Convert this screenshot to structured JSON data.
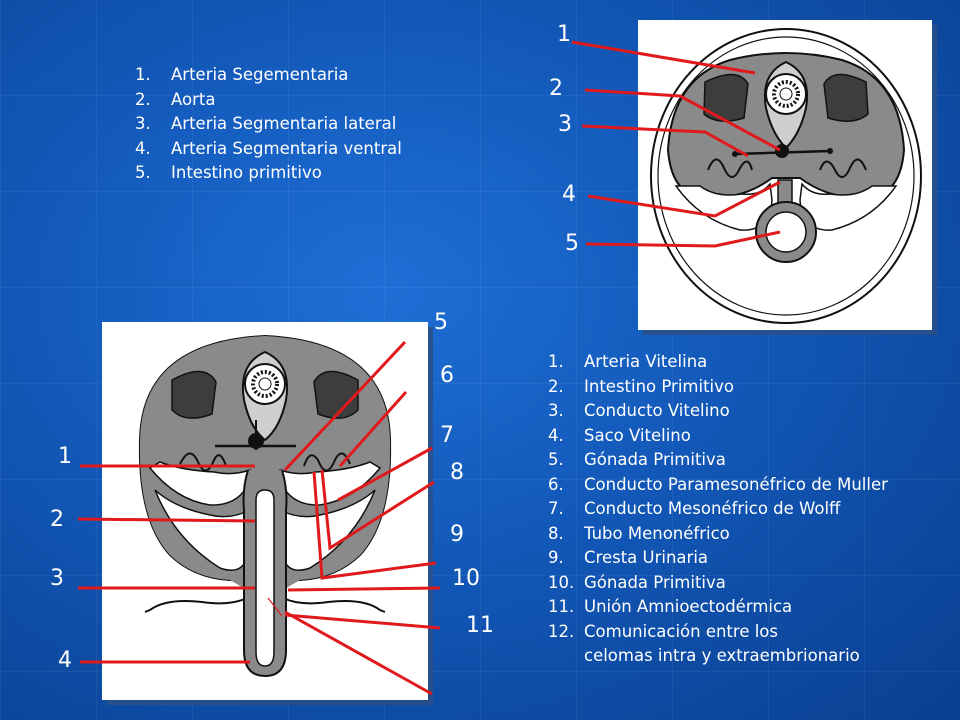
{
  "list_top": {
    "items": [
      {
        "num": "1.",
        "text": "Arteria Segementaria"
      },
      {
        "num": "2.",
        "text": "Aorta"
      },
      {
        "num": "3.",
        "text": "Arteria Segmentaria lateral"
      },
      {
        "num": "4.",
        "text": "Arteria Segmentaria ventral"
      },
      {
        "num": "5.",
        "text": "Intestino primitivo"
      }
    ]
  },
  "list_bottom": {
    "items": [
      {
        "num": "1.",
        "text": "Arteria Vitelina"
      },
      {
        "num": "2.",
        "text": "Intestino Primitivo"
      },
      {
        "num": "3.",
        "text": "Conducto Vitelino"
      },
      {
        "num": "4.",
        "text": "Saco Vitelino"
      },
      {
        "num": "5.",
        "text": "Gónada Primitiva"
      },
      {
        "num": "6.",
        "text": "Conducto Paramesonéfrico de Muller"
      },
      {
        "num": "7.",
        "text": "Conducto Mesonéfrico de Wolff"
      },
      {
        "num": "8.",
        "text": "Tubo Menonéfrico"
      },
      {
        "num": "9.",
        "text": "Cresta Urinaria"
      },
      {
        "num": "10.",
        "text": "Gónada Primitiva"
      },
      {
        "num": "11.",
        "text": "Unión Amnioectodérmica"
      },
      {
        "num": "12.",
        "text": "Comunicación entre los"
      },
      {
        "num": "",
        "text": "celomas intra y extraembrionario"
      }
    ]
  },
  "callouts_top": [
    "1",
    "2",
    "3",
    "4",
    "5"
  ],
  "callouts_bottom_left": [
    "1",
    "2",
    "3",
    "4"
  ],
  "callouts_bottom_right": [
    "5",
    "6",
    "7",
    "8",
    "9",
    "10",
    "11"
  ],
  "colors": {
    "leader": "#e0191c",
    "panel": "#ffffff",
    "tissue": "#8a8a8a",
    "outline": "#111111"
  }
}
